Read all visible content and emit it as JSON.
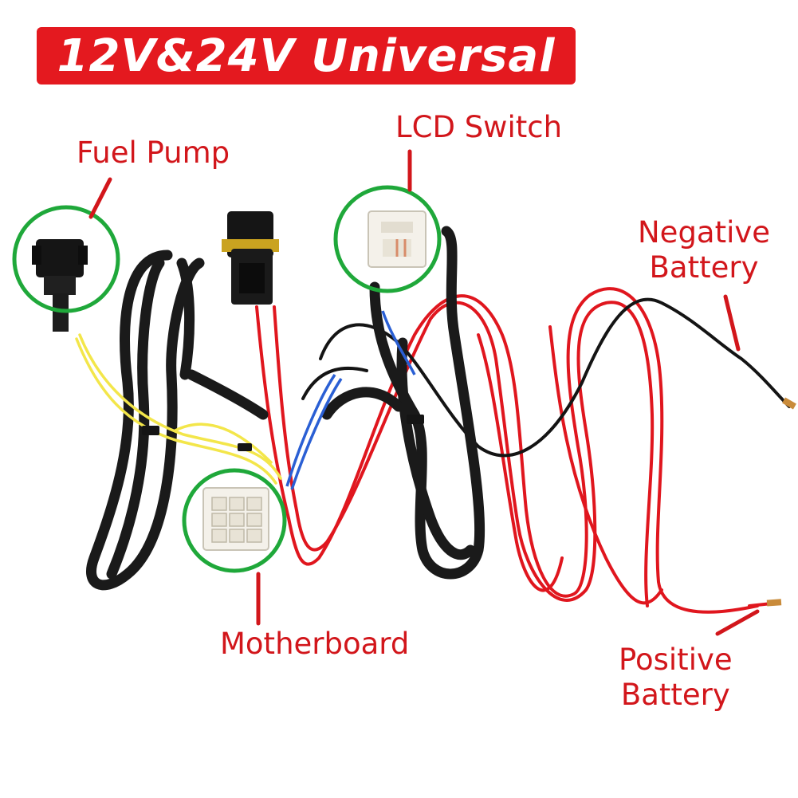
{
  "banner": {
    "text": "12V&24V Universal"
  },
  "labels": {
    "fuel_pump": "Fuel Pump",
    "lcd_switch": "LCD Switch",
    "negative_battery_line1": "Negative",
    "negative_battery_line2": "Battery",
    "motherboard": "Motherboard",
    "positive_battery_line1": "Positive",
    "positive_battery_line2": "Battery"
  },
  "colors": {
    "banner_bg": "#e4191f",
    "label_text": "#d2161b",
    "highlight_circle": "#1fa83a",
    "red_wire": "#e0161e",
    "black_wire": "#141414",
    "yellow_wire": "#f3e64a",
    "blue_wire": "#2a5fd4",
    "connector_white": "#f4f1ea"
  }
}
